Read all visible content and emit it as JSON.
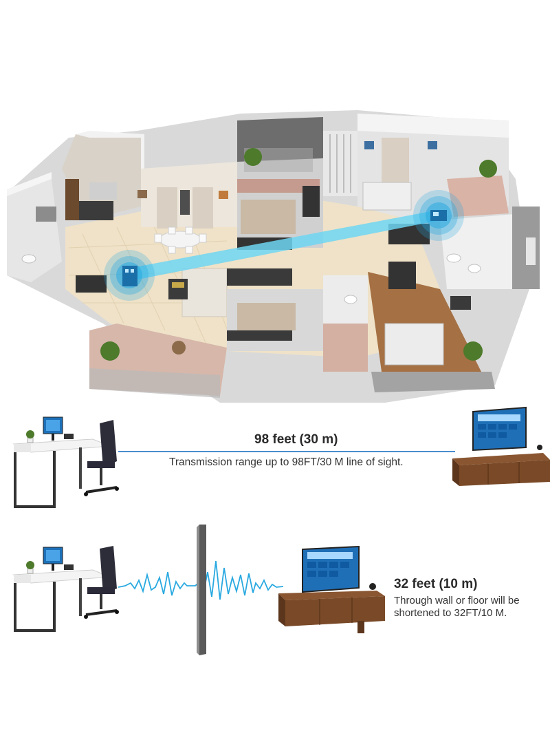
{
  "range_line_of_sight": {
    "title": "98 feet (30 m)",
    "description": "Transmission range up to 98FT/30 M line of sight."
  },
  "range_through_wall": {
    "title": "32 feet (10 m)",
    "description_line1": "Through wall or floor will be",
    "description_line2": "shortened to 32FT/10 M."
  },
  "colors": {
    "signal_blue": "#29a9e0",
    "beam_cyan": "#6fd6f2",
    "wood": "#7a4a28",
    "floor_tile": "#efe2c8",
    "wood_floor": "#a57043"
  },
  "icons": [
    "transmitter-device-icon",
    "receiver-device-icon",
    "desk-icon",
    "office-chair-icon",
    "tv-icon",
    "tv-stand-icon",
    "wall-icon",
    "signal-wave-icon",
    "plant-icon"
  ]
}
